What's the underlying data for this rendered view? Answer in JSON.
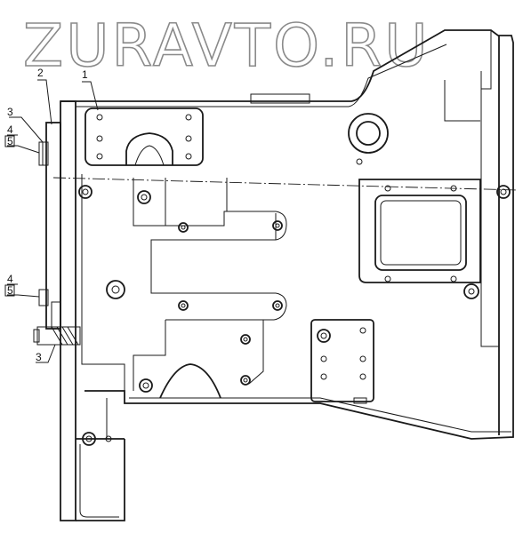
{
  "watermark": {
    "text": "ZURAVTO.RU"
  },
  "callouts": {
    "c1": "1",
    "c2": "2",
    "c3_top": "3",
    "c4_top": "4",
    "c5_top": "5",
    "c4_bottom": "4",
    "c5_bottom": "5",
    "c3_bottom": "3"
  }
}
